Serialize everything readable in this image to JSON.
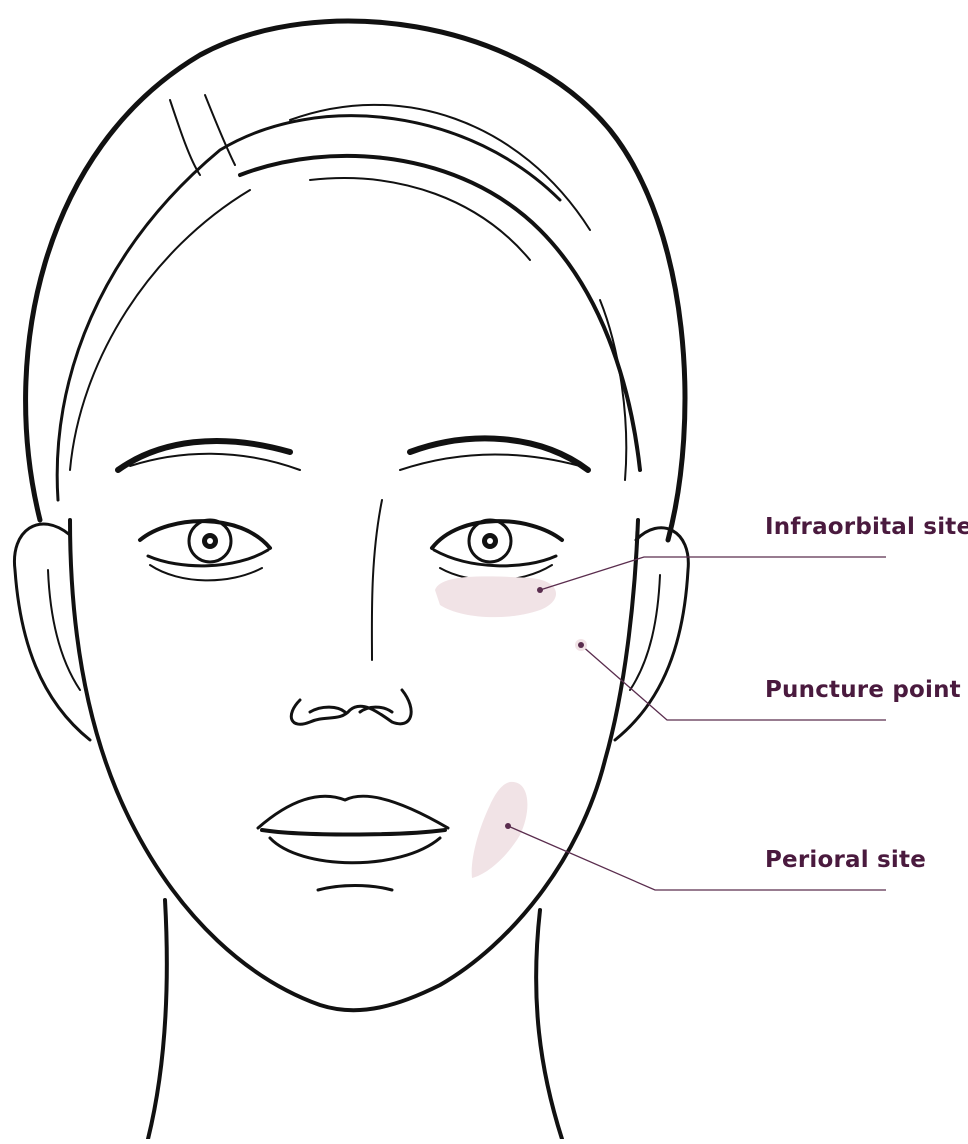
{
  "colors": {
    "label_text": "#4a1a3e",
    "leader_line": "#5a2d4e",
    "zone_fill": "#f1e3e6",
    "outline": "#111111"
  },
  "labels": {
    "infraorbital": "Infraorbital site",
    "puncture": "Puncture point",
    "perioral": "Perioral site"
  }
}
